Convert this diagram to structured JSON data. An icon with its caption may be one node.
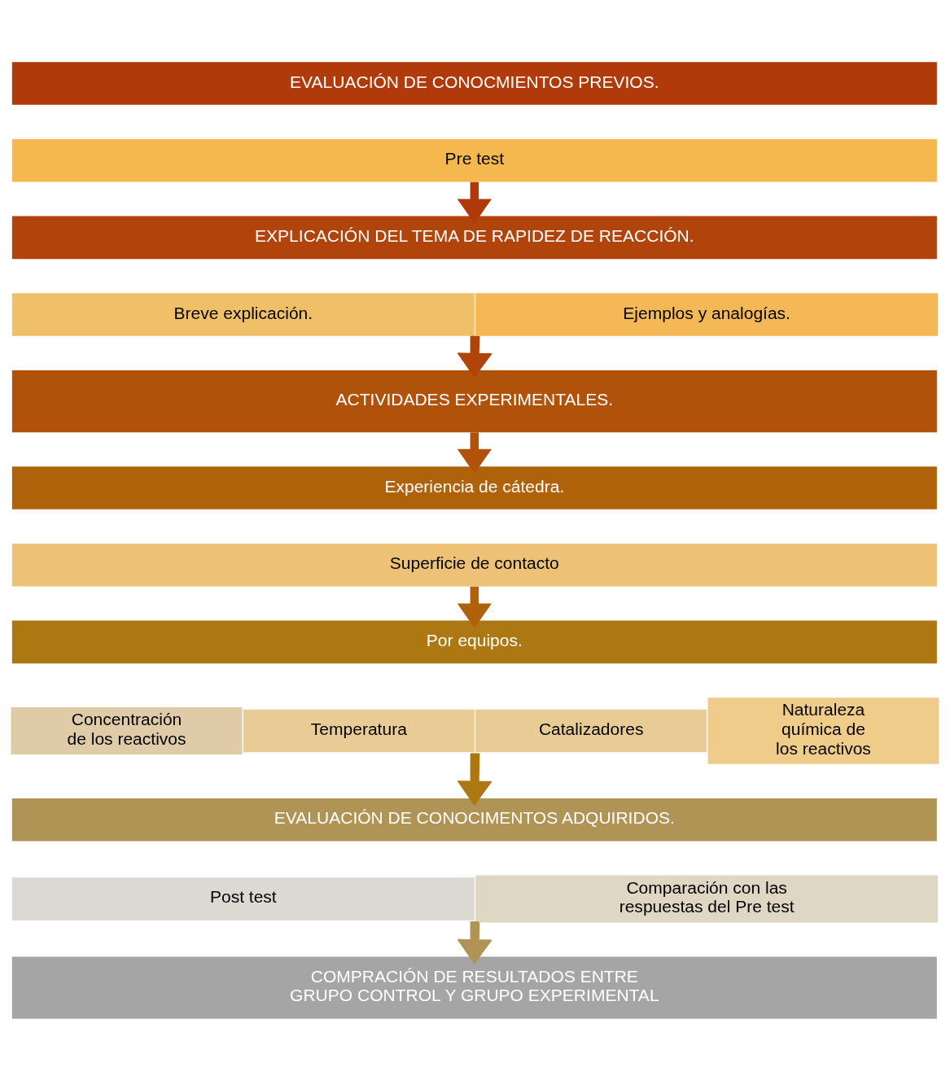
{
  "diagram": {
    "nodes": [
      {
        "text": [
          "EVALUACIÓN DE CONOCMIENTOS PREVIOS."
        ]
      },
      {
        "text": [
          "Pre test"
        ]
      },
      {
        "text": [
          "EXPLICACIÓN DEL TEMA DE RAPIDEZ DE REACCIÓN."
        ]
      },
      {
        "text": [
          "Breve explicación."
        ]
      },
      {
        "text": [
          "Ejemplos y analogías."
        ]
      },
      {
        "text": [
          "ACTIVIDADES EXPERIMENTALES."
        ]
      },
      {
        "text": [
          "Experiencia de cátedra."
        ]
      },
      {
        "text": [
          "Superficie de contacto"
        ]
      },
      {
        "text": [
          "Por equipos."
        ]
      },
      {
        "text": [
          "Concentración de los reactivos"
        ]
      },
      {
        "text": [
          "Temperatura"
        ]
      },
      {
        "text": [
          "Catalizadores"
        ]
      },
      {
        "text": [
          "Naturaleza química de los reactivos"
        ]
      },
      {
        "text": [
          "EVALUACIÓN DE CONOCIMENTOS ADQUIRIDOS."
        ]
      },
      {
        "text": [
          "Post test"
        ]
      },
      {
        "text": [
          "Comparación con las respuestas del Pre test"
        ]
      },
      {
        "text": [
          "COMPRACIÓN DE RESULTADOS ENTRE GRUPO CONTROL Y GRUPO EXPERIMENTAL"
        ]
      }
    ],
    "edges": [
      {
        "from": 1,
        "to": 2,
        "arrow": "to",
        "color": "#b0380a"
      },
      {
        "from": 3,
        "to": 5,
        "arrow": "to",
        "color": "#b0440a"
      },
      {
        "from": 4,
        "to": 5,
        "arrow": "to",
        "color": "#b0440a"
      },
      {
        "from": 5,
        "to": 6,
        "arrow": "to",
        "color": "#b0520a"
      },
      {
        "from": 7,
        "to": 8,
        "arrow": "to",
        "color": "#b0620a"
      },
      {
        "from": 10,
        "to": 13,
        "arrow": "to",
        "color": "#ad7812"
      },
      {
        "from": 11,
        "to": 13,
        "arrow": "to",
        "color": "#ad7812"
      },
      {
        "from": 14,
        "to": 16,
        "arrow": "to",
        "color": "#b09455"
      },
      {
        "from": 15,
        "to": 16,
        "arrow": "to",
        "color": "#b09455"
      }
    ]
  }
}
